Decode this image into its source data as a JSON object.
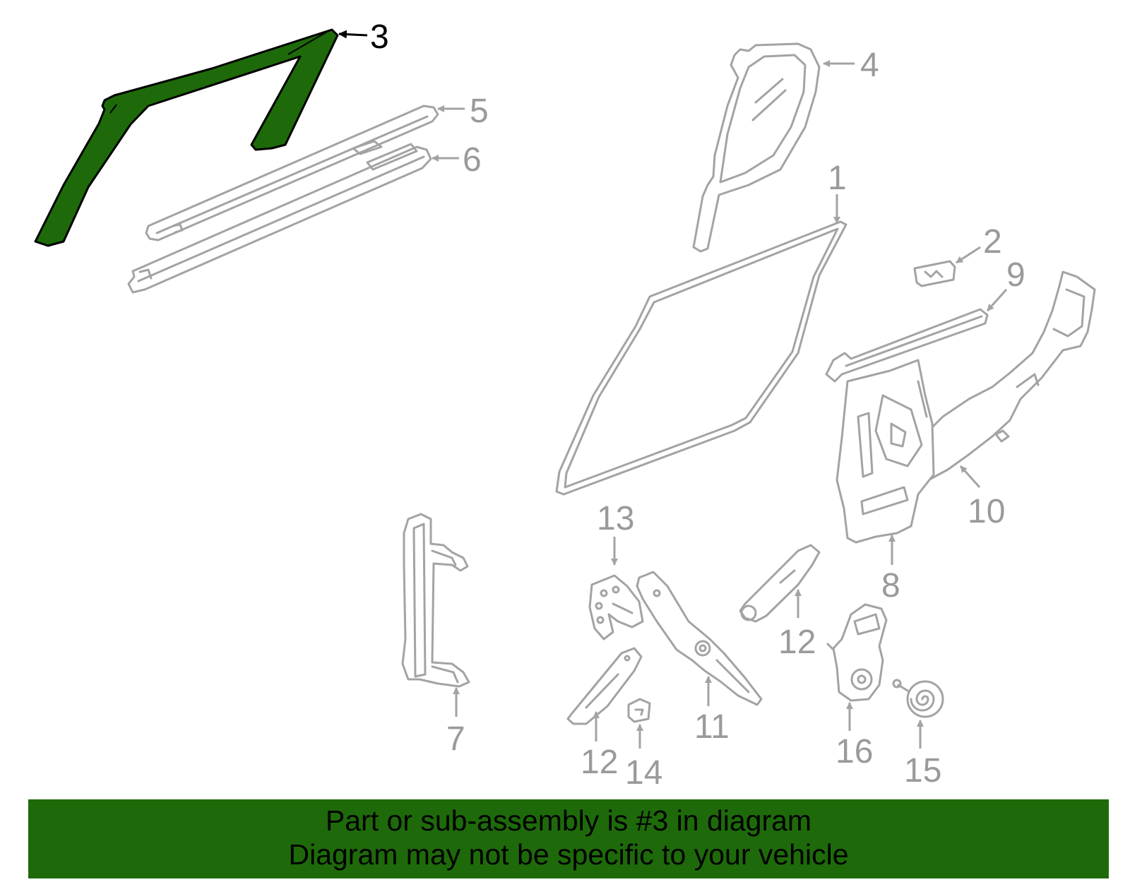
{
  "callouts": {
    "c1": "1",
    "c2": "2",
    "c3": "3",
    "c4": "4",
    "c5": "5",
    "c6": "6",
    "c7": "7",
    "c8": "8",
    "c9": "9",
    "c10": "10",
    "c11": "11",
    "c12a": "12",
    "c12b": "12",
    "c13": "13",
    "c14": "14",
    "c15": "15",
    "c16": "16"
  },
  "highlight": {
    "part_number": "3",
    "color": "#1e6a0a"
  },
  "banner": {
    "line1": "Part or sub-assembly is #3 in diagram",
    "line2": "Diagram may not be specific to your vehicle"
  }
}
